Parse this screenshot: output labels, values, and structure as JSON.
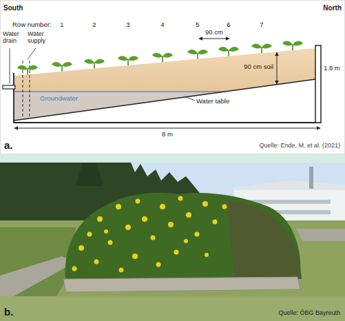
{
  "diagram": {
    "labels": [
      "South",
      "North",
      "Row number:",
      "1",
      "2",
      "3",
      "4",
      "5",
      "6",
      "7",
      "Water drain",
      "Water supply",
      "90 cm",
      "90 cm soil",
      "1.8 m",
      "Groundwater",
      "Water table",
      "8 m",
      "a.",
      "Quelle: Ende, M. et al. (2021)",
      "b.",
      "Quelle: ÖBG Bayreuth"
    ]
  }
}
